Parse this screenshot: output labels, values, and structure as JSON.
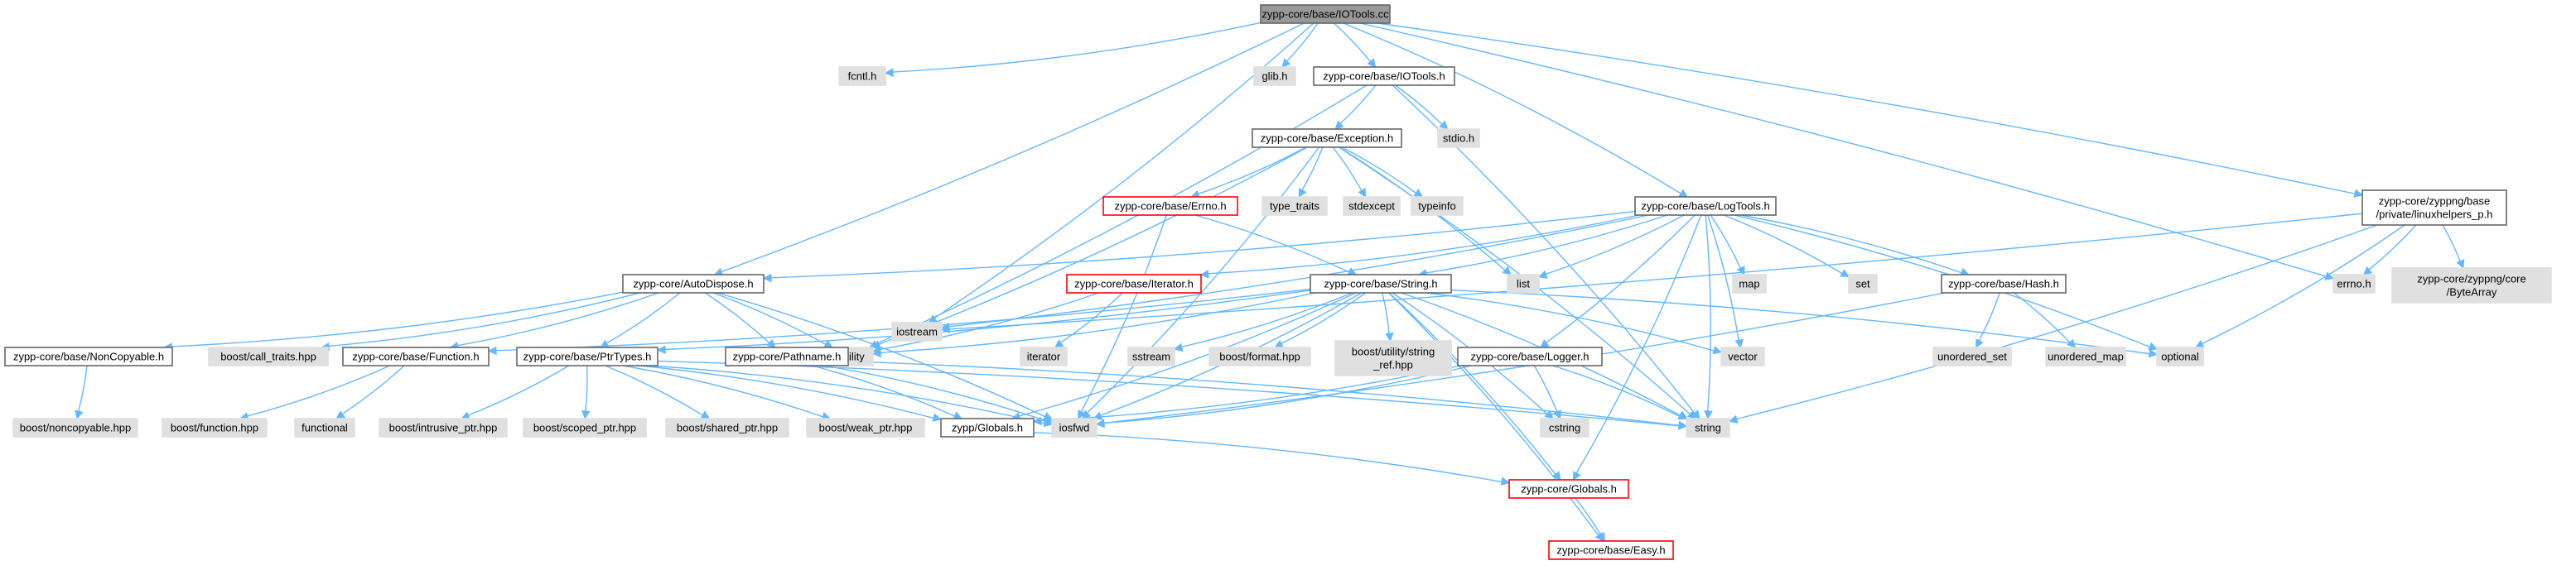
{
  "colors": {
    "edge": "#63b8ff",
    "root_fill": "#999999",
    "root_border": "#666666",
    "local_fill": "#ffffff",
    "local_border": "#666666",
    "external_fill": "#e0e0e0",
    "external_border": "#e0e0e0",
    "missing_border": "#ff0000"
  },
  "graph": {
    "nodes": [
      {
        "id": "root",
        "label": "zypp-core/base/IOTools.cc",
        "kind": "root"
      },
      {
        "id": "fcntl",
        "label": "fcntl.h",
        "kind": "external"
      },
      {
        "id": "glib",
        "label": "glib.h",
        "kind": "external"
      },
      {
        "id": "iotools_h",
        "label": "zypp-core/base/IOTools.h",
        "kind": "local"
      },
      {
        "id": "stdio",
        "label": "stdio.h",
        "kind": "external"
      },
      {
        "id": "exception",
        "label": "zypp-core/base/Exception.h",
        "kind": "local"
      },
      {
        "id": "errno_hdr",
        "label": "zypp-core/base/Errno.h",
        "kind": "missing"
      },
      {
        "id": "type_traits",
        "label": "type_traits",
        "kind": "external"
      },
      {
        "id": "stdexcept",
        "label": "stdexcept",
        "kind": "external"
      },
      {
        "id": "typeinfo",
        "label": "typeinfo",
        "kind": "external"
      },
      {
        "id": "logtools",
        "label": "zypp-core/base/LogTools.h",
        "kind": "local"
      },
      {
        "id": "linuxhelpers",
        "label": "zypp-core/zyppng/base\n/private/linuxhelpers_p.h",
        "kind": "local"
      },
      {
        "id": "errno_h",
        "label": "errno.h",
        "kind": "external"
      },
      {
        "id": "bytearray",
        "label": "zypp-core/zyppng/core\n/ByteArray",
        "kind": "external"
      },
      {
        "id": "autodispose",
        "label": "zypp-core/AutoDispose.h",
        "kind": "local"
      },
      {
        "id": "iostream",
        "label": "iostream",
        "kind": "external"
      },
      {
        "id": "iterator_h",
        "label": "zypp-core/base/Iterator.h",
        "kind": "missing"
      },
      {
        "id": "string_h",
        "label": "zypp-core/base/String.h",
        "kind": "local"
      },
      {
        "id": "list",
        "label": "list",
        "kind": "external"
      },
      {
        "id": "map",
        "label": "map",
        "kind": "external"
      },
      {
        "id": "set",
        "label": "set",
        "kind": "external"
      },
      {
        "id": "hash_h",
        "label": "zypp-core/base/Hash.h",
        "kind": "local"
      },
      {
        "id": "noncopyable",
        "label": "zypp-core/base/NonCopyable.h",
        "kind": "local"
      },
      {
        "id": "call_traits",
        "label": "boost/call_traits.hpp",
        "kind": "external"
      },
      {
        "id": "function_h",
        "label": "zypp-core/base/Function.h",
        "kind": "local"
      },
      {
        "id": "utility",
        "label": "utility",
        "kind": "external"
      },
      {
        "id": "ptrtypes",
        "label": "zypp-core/base/PtrTypes.h",
        "kind": "local"
      },
      {
        "id": "pathname",
        "label": "zypp-core/Pathname.h",
        "kind": "local"
      },
      {
        "id": "iterator",
        "label": "iterator",
        "kind": "external"
      },
      {
        "id": "sstream",
        "label": "sstream",
        "kind": "external"
      },
      {
        "id": "boost_format",
        "label": "boost/format.hpp",
        "kind": "external"
      },
      {
        "id": "string_ref",
        "label": "boost/utility/string\n_ref.hpp",
        "kind": "external"
      },
      {
        "id": "logger",
        "label": "zypp-core/base/Logger.h",
        "kind": "local"
      },
      {
        "id": "vector",
        "label": "vector",
        "kind": "external"
      },
      {
        "id": "unordered_set",
        "label": "unordered_set",
        "kind": "external"
      },
      {
        "id": "unordered_map",
        "label": "unordered_map",
        "kind": "external"
      },
      {
        "id": "optional",
        "label": "optional",
        "kind": "external"
      },
      {
        "id": "boost_noncopyable",
        "label": "boost/noncopyable.hpp",
        "kind": "external"
      },
      {
        "id": "boost_function",
        "label": "boost/function.hpp",
        "kind": "external"
      },
      {
        "id": "functional",
        "label": "functional",
        "kind": "external"
      },
      {
        "id": "intrusive_ptr",
        "label": "boost/intrusive_ptr.hpp",
        "kind": "external"
      },
      {
        "id": "scoped_ptr",
        "label": "boost/scoped_ptr.hpp",
        "kind": "external"
      },
      {
        "id": "shared_ptr",
        "label": "boost/shared_ptr.hpp",
        "kind": "external"
      },
      {
        "id": "weak_ptr",
        "label": "boost/weak_ptr.hpp",
        "kind": "external"
      },
      {
        "id": "zypp_globals",
        "label": "zypp/Globals.h",
        "kind": "local"
      },
      {
        "id": "iosfwd",
        "label": "iosfwd",
        "kind": "external"
      },
      {
        "id": "cstring",
        "label": "cstring",
        "kind": "external"
      },
      {
        "id": "string",
        "label": "string",
        "kind": "external"
      },
      {
        "id": "core_globals",
        "label": "zypp-core/Globals.h",
        "kind": "missing"
      },
      {
        "id": "easy",
        "label": "zypp-core/base/Easy.h",
        "kind": "missing"
      }
    ],
    "edges": [
      [
        "root",
        "fcntl"
      ],
      [
        "root",
        "glib"
      ],
      [
        "root",
        "iotools_h"
      ],
      [
        "root",
        "logtools"
      ],
      [
        "root",
        "linuxhelpers"
      ],
      [
        "root",
        "errno_h"
      ],
      [
        "root",
        "autodispose"
      ],
      [
        "root",
        "iostream"
      ],
      [
        "iotools_h",
        "stdio"
      ],
      [
        "iotools_h",
        "exception"
      ],
      [
        "iotools_h",
        "utility"
      ],
      [
        "iotools_h",
        "string"
      ],
      [
        "exception",
        "errno_hdr"
      ],
      [
        "exception",
        "type_traits"
      ],
      [
        "exception",
        "stdexcept"
      ],
      [
        "exception",
        "typeinfo"
      ],
      [
        "exception",
        "list"
      ],
      [
        "exception",
        "utility"
      ],
      [
        "exception",
        "iosfwd"
      ],
      [
        "exception",
        "string"
      ],
      [
        "errno_hdr",
        "string_h"
      ],
      [
        "errno_hdr",
        "iosfwd"
      ],
      [
        "logtools",
        "iostream"
      ],
      [
        "logtools",
        "autodispose"
      ],
      [
        "logtools",
        "iterator_h"
      ],
      [
        "logtools",
        "string_h"
      ],
      [
        "logtools",
        "list"
      ],
      [
        "logtools",
        "map"
      ],
      [
        "logtools",
        "set"
      ],
      [
        "logtools",
        "hash_h"
      ],
      [
        "logtools",
        "vector"
      ],
      [
        "logtools",
        "optional"
      ],
      [
        "logtools",
        "logger"
      ],
      [
        "logtools",
        "string"
      ],
      [
        "logtools",
        "core_globals"
      ],
      [
        "linuxhelpers",
        "errno_h"
      ],
      [
        "linuxhelpers",
        "bytearray"
      ],
      [
        "linuxhelpers",
        "optional"
      ],
      [
        "linuxhelpers",
        "string"
      ],
      [
        "linuxhelpers",
        "iostream"
      ],
      [
        "autodispose",
        "noncopyable"
      ],
      [
        "autodispose",
        "call_traits"
      ],
      [
        "autodispose",
        "function_h"
      ],
      [
        "autodispose",
        "utility"
      ],
      [
        "autodispose",
        "ptrtypes"
      ],
      [
        "autodispose",
        "pathname"
      ],
      [
        "autodispose",
        "iosfwd"
      ],
      [
        "iterator_h",
        "iterator"
      ],
      [
        "iterator_h",
        "utility"
      ],
      [
        "string_h",
        "utility"
      ],
      [
        "string_h",
        "sstream"
      ],
      [
        "string_h",
        "boost_format"
      ],
      [
        "string_h",
        "string_ref"
      ],
      [
        "string_h",
        "vector"
      ],
      [
        "string_h",
        "optional"
      ],
      [
        "string_h",
        "iosfwd"
      ],
      [
        "string_h",
        "cstring"
      ],
      [
        "string_h",
        "string"
      ],
      [
        "string_h",
        "function_h"
      ],
      [
        "string_h",
        "ptrtypes"
      ],
      [
        "string_h",
        "core_globals"
      ],
      [
        "string_h",
        "easy"
      ],
      [
        "string_h",
        "zypp_globals"
      ],
      [
        "hash_h",
        "unordered_set"
      ],
      [
        "hash_h",
        "unordered_map"
      ],
      [
        "hash_h",
        "iosfwd"
      ],
      [
        "noncopyable",
        "boost_noncopyable"
      ],
      [
        "function_h",
        "boost_function"
      ],
      [
        "function_h",
        "functional"
      ],
      [
        "ptrtypes",
        "intrusive_ptr"
      ],
      [
        "ptrtypes",
        "scoped_ptr"
      ],
      [
        "ptrtypes",
        "shared_ptr"
      ],
      [
        "ptrtypes",
        "weak_ptr"
      ],
      [
        "ptrtypes",
        "zypp_globals"
      ],
      [
        "ptrtypes",
        "iosfwd"
      ],
      [
        "ptrtypes",
        "string"
      ],
      [
        "pathname",
        "zypp_globals"
      ],
      [
        "pathname",
        "iosfwd"
      ],
      [
        "pathname",
        "string"
      ],
      [
        "logger",
        "cstring"
      ],
      [
        "logger",
        "iosfwd"
      ],
      [
        "logger",
        "string"
      ],
      [
        "logger",
        "zypp_globals"
      ],
      [
        "zypp_globals",
        "core_globals"
      ],
      [
        "core_globals",
        "easy"
      ]
    ]
  }
}
